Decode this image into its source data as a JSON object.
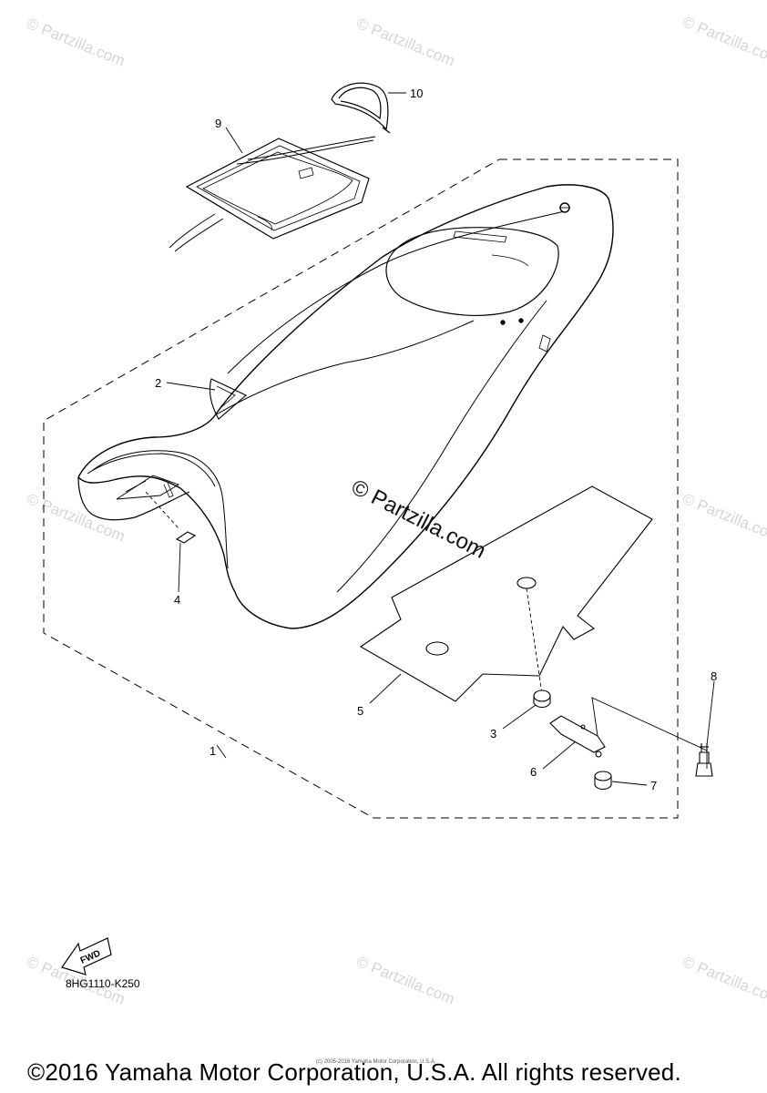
{
  "watermark": {
    "text": "© Partzilla.com"
  },
  "callouts": [
    {
      "id": "1",
      "label": "1"
    },
    {
      "id": "2",
      "label": "2"
    },
    {
      "id": "3",
      "label": "3"
    },
    {
      "id": "4",
      "label": "4"
    },
    {
      "id": "5",
      "label": "5"
    },
    {
      "id": "6",
      "label": "6"
    },
    {
      "id": "7",
      "label": "7"
    },
    {
      "id": "8",
      "label": "8"
    },
    {
      "id": "9",
      "label": "9"
    },
    {
      "id": "10",
      "label": "10"
    }
  ],
  "fwd_label": "FWD",
  "part_code": "8HG1110-K250",
  "small_copyright": "(c) 2005-2016 Yamaha Motor Corporation, U.S.A.",
  "footer": "©2016 Yamaha Motor Corporation, U.S.A. All rights reserved."
}
